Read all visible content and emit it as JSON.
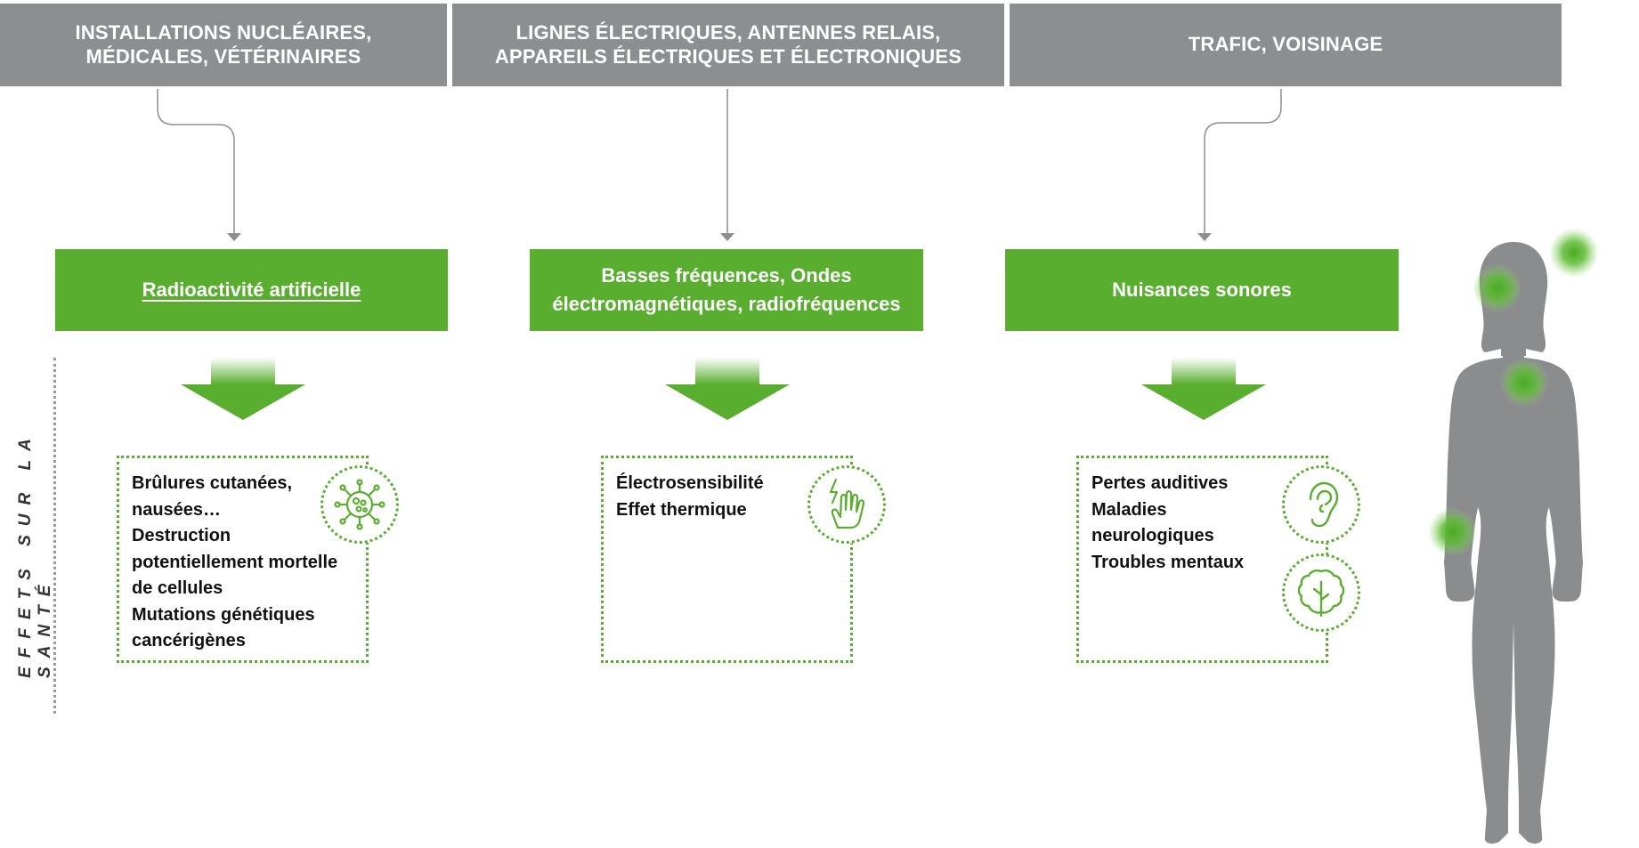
{
  "colors": {
    "source_gray": "#8c8e90",
    "accent_green": "#5aae2f",
    "connector": "#8c8e90",
    "silhouette": "#8a8c8e",
    "glow": "#5aae2f"
  },
  "sources": [
    {
      "label": "INSTALLATIONS NUCLÉAIRES,\nMÉDICALES, VÉTÉRINAIRES"
    },
    {
      "label": "LIGNES ÉLECTRIQUES, ANTENNES RELAIS,\nAPPAREILS ÉLECTRIQUES ET ÉLECTRONIQUES"
    },
    {
      "label": "TRAFIC, VOISINAGE"
    }
  ],
  "categories": [
    {
      "label": "Radioactivité artificielle"
    },
    {
      "label": "Basses fréquences, Ondes\nélectromagnétiques, radiofréquences"
    },
    {
      "label": "Nuisances sonores"
    }
  ],
  "side_label": "EFFETS SUR LA SANTÉ",
  "effects": [
    {
      "items": [
        "Brûlures cutanées,\nnausées…",
        "Destruction\npotentiellement mortelle\nde cellules",
        "Mutations génétiques\ncancérigènes"
      ],
      "icons": [
        "virus-icon"
      ]
    },
    {
      "items": [
        "Électrosensibilité",
        "Effet thermique"
      ],
      "icons": [
        "hand-shock-icon"
      ]
    },
    {
      "items": [
        "Pertes auditives",
        "Maladies\nneurologiques",
        "Troubles mentaux"
      ],
      "icons": [
        "ear-icon",
        "brain-icon"
      ]
    }
  ],
  "body_figure": {
    "icon": "human-silhouette-icon",
    "hotspots": [
      "head-left-hotspot",
      "head-right-hotspot",
      "chest-hotspot",
      "wrist-hotspot"
    ]
  }
}
